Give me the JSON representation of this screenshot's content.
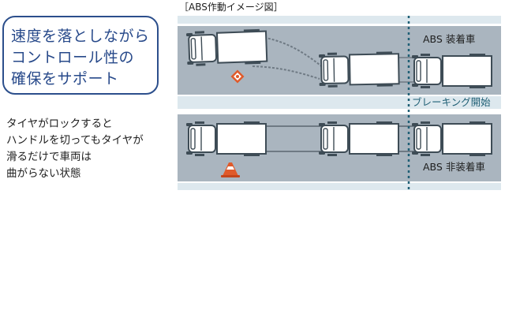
{
  "headline": {
    "lines": [
      "速度を落としながら",
      "コントロール性の",
      "確保をサポート"
    ]
  },
  "description": {
    "lines": [
      "タイヤがロックすると",
      "ハンドルを切ってもタイヤが",
      "滑るだけで車両は",
      "曲がらない状態"
    ]
  },
  "diagram": {
    "title": "［ABS作動イメージ図］",
    "label_with_abs": "ABS 装着車",
    "label_without_abs": "ABS 非装着車",
    "label_braking_start": "ブレーキング開始",
    "icons": {
      "top_lane_obstacle": "diamond-warning-sign-icon",
      "bottom_lane_obstacle": "traffic-cone-icon"
    },
    "colors": {
      "road": "#aab5bf",
      "lane_band": "#dde8ee",
      "truck_body": "#ffffff",
      "truck_outline": "#3e4c56",
      "accent_line": "#1f5f75",
      "label_text": "#1f5f75",
      "headline_text": "#27498a",
      "cone": "#e05a2a"
    }
  }
}
